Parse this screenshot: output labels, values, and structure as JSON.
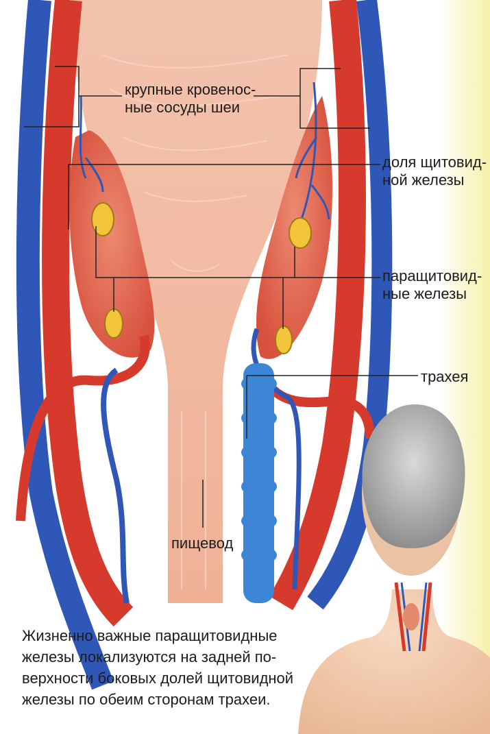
{
  "labels": {
    "vessels": [
      "крупные кровенос-",
      "ные сосуды шеи"
    ],
    "thyroid_lobe": [
      "доля щитовид-",
      "ной железы"
    ],
    "parathyroid": [
      "паращитовид-",
      "ные железы"
    ],
    "trachea": "трахея",
    "esophagus": "пищевод"
  },
  "caption": [
    "Жизненно важные паращитовидные",
    "железы локализуются на задней по-",
    "верхности боковых долей щитовидной",
    "железы по обеим сторонам трахеи."
  ],
  "colors": {
    "artery": "#d63a2c",
    "vein": "#2f57b8",
    "tissue": "#f2b49a",
    "thyroid": "#e06552",
    "parathyroid": "#f3c53a",
    "trachea": "#3d86d6",
    "edge_strip": "#f7f3b0"
  }
}
